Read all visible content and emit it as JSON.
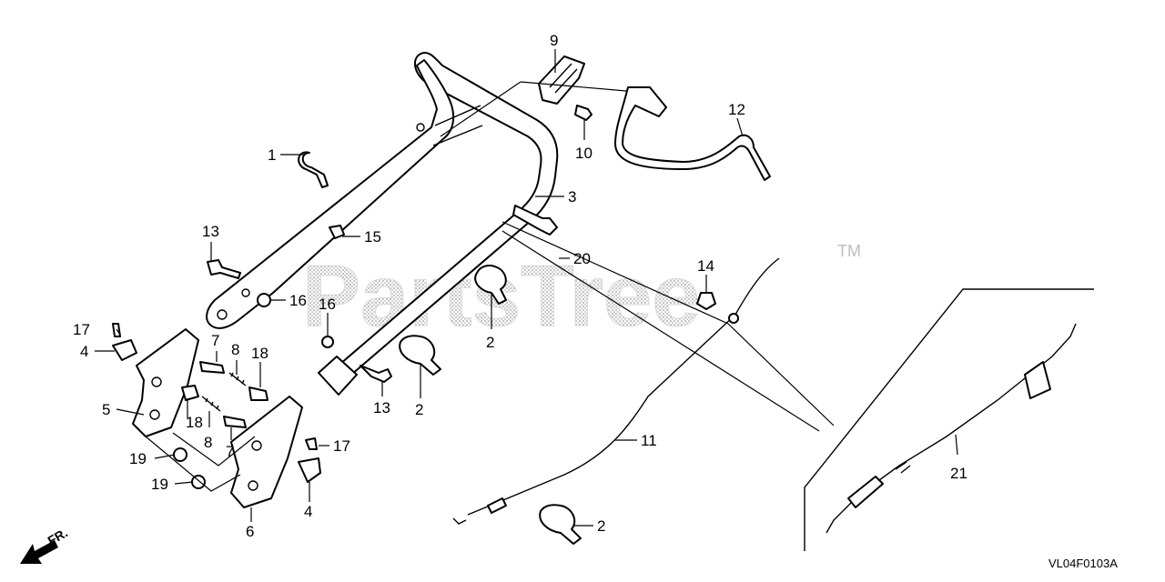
{
  "watermark": {
    "brand": "PartsTree",
    "trademark": "TM"
  },
  "diagram_code": "VL04F0103A",
  "direction_label": "FR.",
  "callouts": [
    {
      "id": "c1",
      "label": "1"
    },
    {
      "id": "c2a",
      "label": "2"
    },
    {
      "id": "c2b",
      "label": "2"
    },
    {
      "id": "c2c",
      "label": "2"
    },
    {
      "id": "c3",
      "label": "3"
    },
    {
      "id": "c4a",
      "label": "4"
    },
    {
      "id": "c4b",
      "label": "4"
    },
    {
      "id": "c5",
      "label": "5"
    },
    {
      "id": "c6",
      "label": "6"
    },
    {
      "id": "c7a",
      "label": "7"
    },
    {
      "id": "c7b",
      "label": "7"
    },
    {
      "id": "c8a",
      "label": "8"
    },
    {
      "id": "c8b",
      "label": "8"
    },
    {
      "id": "c9",
      "label": "9"
    },
    {
      "id": "c10",
      "label": "10"
    },
    {
      "id": "c11",
      "label": "11"
    },
    {
      "id": "c12",
      "label": "12"
    },
    {
      "id": "c13a",
      "label": "13"
    },
    {
      "id": "c13b",
      "label": "13"
    },
    {
      "id": "c14",
      "label": "14"
    },
    {
      "id": "c15",
      "label": "15"
    },
    {
      "id": "c16a",
      "label": "16"
    },
    {
      "id": "c16b",
      "label": "16"
    },
    {
      "id": "c17a",
      "label": "17"
    },
    {
      "id": "c17b",
      "label": "17"
    },
    {
      "id": "c18a",
      "label": "18"
    },
    {
      "id": "c18b",
      "label": "18"
    },
    {
      "id": "c19a",
      "label": "19"
    },
    {
      "id": "c19b",
      "label": "19"
    },
    {
      "id": "c20",
      "label": "20"
    },
    {
      "id": "c21",
      "label": "21"
    }
  ]
}
